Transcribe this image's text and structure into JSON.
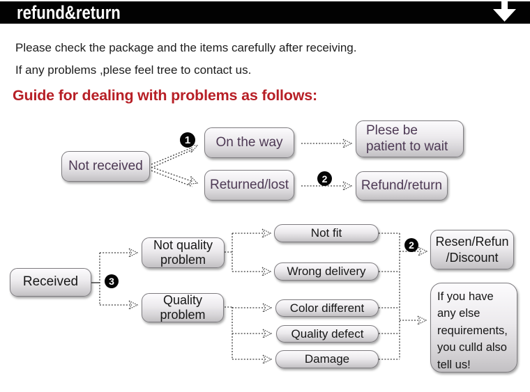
{
  "banner": {
    "title": "refund&return",
    "arrow_icon": "down-arrow"
  },
  "intro": {
    "line1": "Please check the package and the items carefully after receiving.",
    "line2": "If any problems ,plese feel tree to contact us."
  },
  "heading": {
    "text": "Guide for dealing with problems as follows:",
    "color": "#b71f26"
  },
  "flow1": {
    "nodes": {
      "not_received": "Not received",
      "on_the_way": "On the way",
      "returned_lost": "Returned/lost",
      "plese_wait": "Plese be\npatient to wait",
      "refund_return": "Refund/return"
    },
    "badges": {
      "one": "1",
      "two": "2"
    }
  },
  "flow2": {
    "nodes": {
      "received": "Received",
      "not_quality": "Not quality\nproblem",
      "quality": "Quality\nproblem",
      "not_fit": "Not fit",
      "wrong_delivery": "Wrong delivery",
      "color_different": "Color different",
      "quality_defect": "Quality defect",
      "damage": "Damage",
      "resen_refun": "Resen/Refun\n/Discount",
      "if_you_have": "If you have\nany else\nrequirements,\nyou culld also\ntell us!"
    },
    "badges": {
      "three": "3",
      "two": "2"
    }
  },
  "colors": {
    "banner_bg": "#020202",
    "heading_red": "#b71f26",
    "flow1_text": "#4d3954",
    "flow2_text": "#161616",
    "node_border": "#7e7c80"
  }
}
